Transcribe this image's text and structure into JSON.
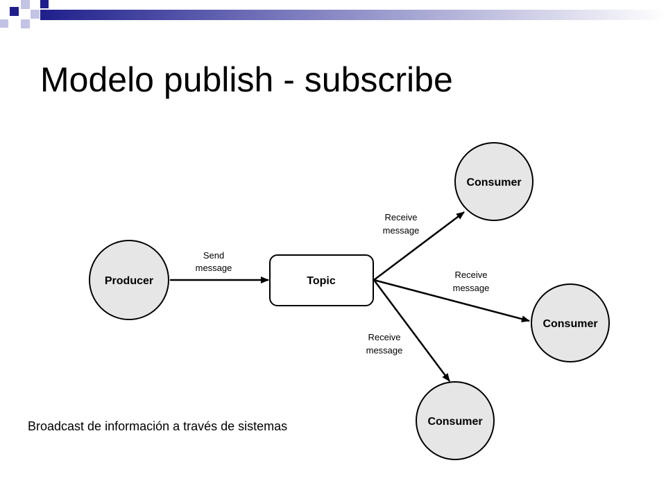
{
  "slide": {
    "title": "Modelo publish - subscribe",
    "caption": "Broadcast de información a través de sistemas"
  },
  "diagram": {
    "nodes": {
      "producer": "Producer",
      "topic": "Topic",
      "consumer_top": "Consumer",
      "consumer_right": "Consumer",
      "consumer_bottom": "Consumer"
    },
    "edges": {
      "send": {
        "line1": "Send",
        "line2": "message"
      },
      "receive_top": {
        "line1": "Receive",
        "line2": "message"
      },
      "receive_right": {
        "line1": "Receive",
        "line2": "message"
      },
      "receive_bottom": {
        "line1": "Receive",
        "line2": "message"
      }
    }
  },
  "colors": {
    "deco_navy": "#1f1f8c",
    "deco_light": "#c3c3e6",
    "node_fill": "#e6e6e6",
    "stroke": "#000000"
  }
}
